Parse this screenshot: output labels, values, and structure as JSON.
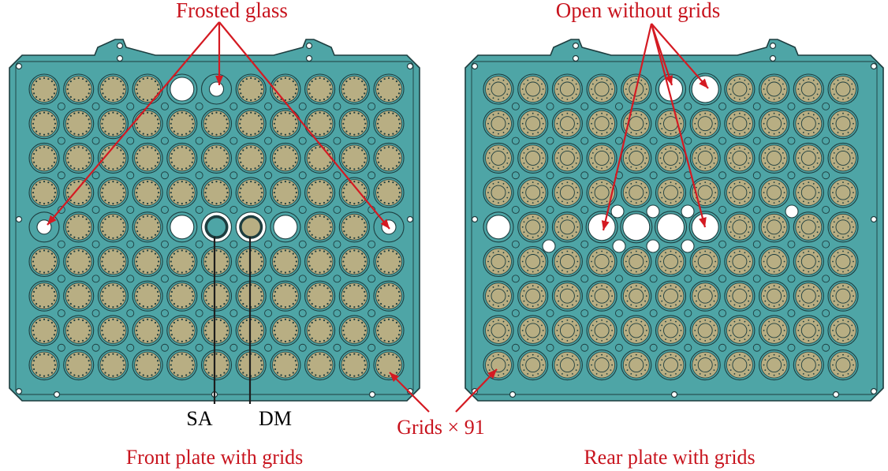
{
  "labels": {
    "frosted_glass": "Frosted glass",
    "open_without_grids": "Open without grids",
    "sa": "SA",
    "dm": "DM",
    "grids_count": "Grids × 91",
    "front_caption": "Front plate with grids",
    "rear_caption": "Rear plate with grids"
  },
  "colors": {
    "plate": "#4ea5a6",
    "grid": "#b8ae83",
    "outline": "#1d3d3f",
    "annotation": "#d41a22"
  },
  "plates": {
    "rows": 9,
    "cols": 11,
    "grid_count": 91
  }
}
